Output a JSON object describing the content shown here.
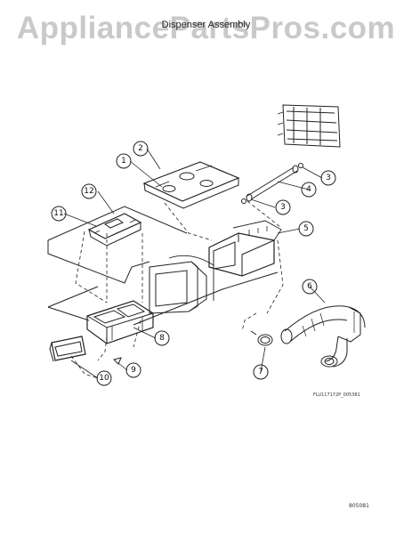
{
  "watermark": "AppliancePartsPros.com",
  "title": "Dispenser Assembly",
  "callouts": [
    "1",
    "2",
    "3",
    "3",
    "4",
    "5",
    "6",
    "7",
    "8",
    "9",
    "10",
    "11",
    "12"
  ],
  "drawing_ref": "FLU117172P_005381",
  "page_ref": "805081"
}
